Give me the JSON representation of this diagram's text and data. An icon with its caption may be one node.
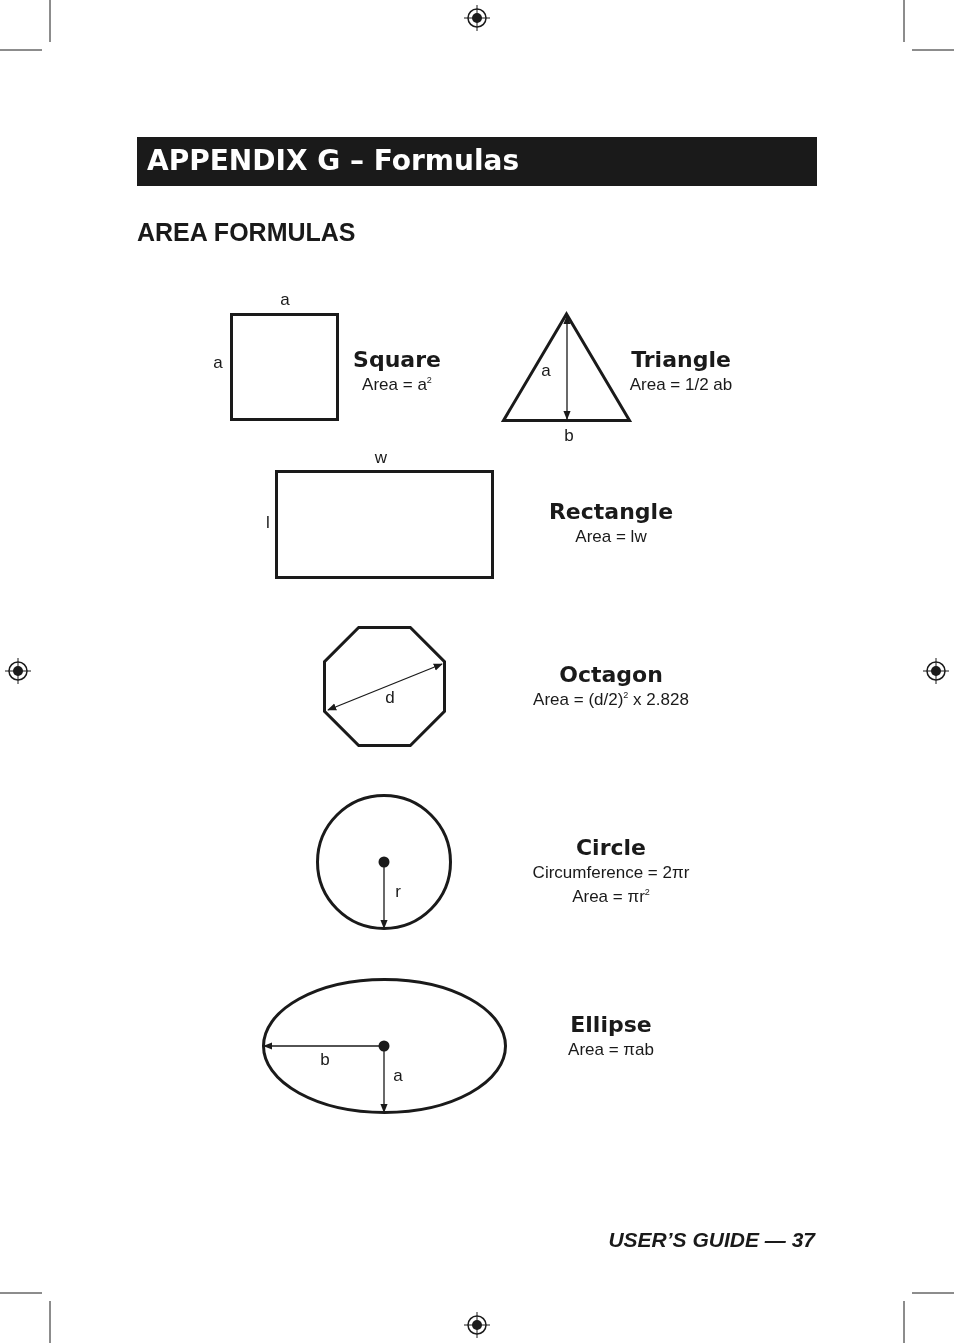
{
  "diagram": {
    "title": "APPENDIX G – Formulas",
    "nodes": [
      {
        "text": [],
        "shape": "box",
        "beside": [
          "Square",
          "Area = a$^{2}$"
        ]
      },
      {
        "text": [],
        "shape": "triangle",
        "beside": [
          "Triangle",
          "Area = 1/2 ab"
        ]
      },
      {
        "text": [],
        "shape": "box",
        "beside": [
          "Rectangle",
          "Area = lw"
        ]
      },
      {
        "text": [],
        "shape": "octagon",
        "beside": [
          "Octagon",
          "Area = (d/2)$^{2}$ x 2.828"
        ]
      },
      {
        "text": [],
        "shape": "circle",
        "beside": [
          "Circle",
          "Circumference = 2πr",
          "Area = πr$^{2}$"
        ]
      },
      {
        "text": [],
        "shape": "ellipse",
        "beside": [
          "Ellipse",
          "Area = πab"
        ]
      }
    ],
    "labels": [
      "AREA FORMULAS",
      "a",
      "a",
      "a",
      "b",
      "w",
      "l",
      "d",
      "r",
      "b",
      "a",
      "USER’S GUIDE — 37"
    ]
  }
}
